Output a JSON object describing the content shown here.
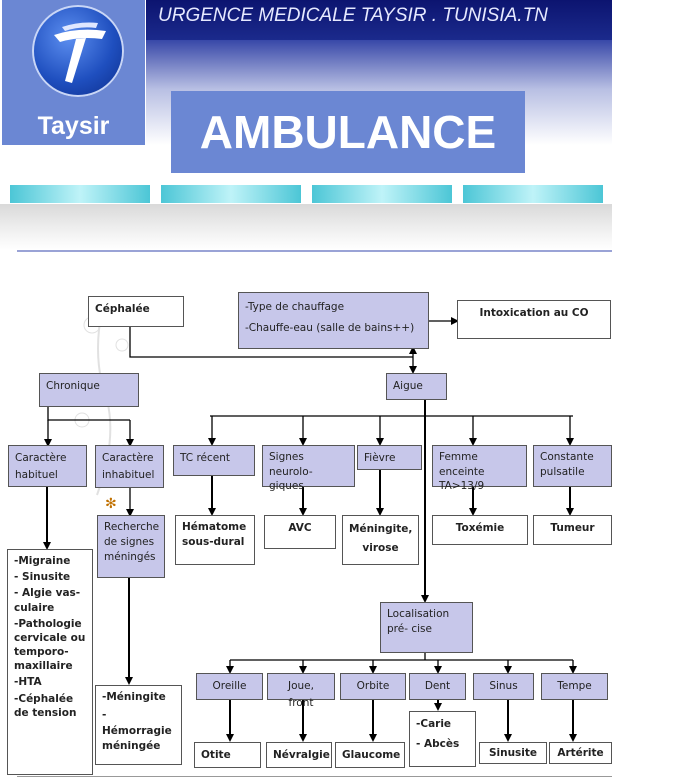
{
  "header": {
    "logo_text": "Taysir",
    "site_title": "URGENCE MEDICALE TAYSIR . TUNISIA.TN",
    "banner": "AMBULANCE"
  },
  "diagram": {
    "cephalee": "Céphalée",
    "chauffage": {
      "line1": "-Type de chauffage",
      "line2": "-Chauffe-eau (salle de bains++)"
    },
    "intoxication": "Intoxication au CO",
    "chronique": "Chronique",
    "aigue": "Aigue",
    "habituel": "Caractère habituel",
    "inhabituel": "Caractère inhabituel",
    "recherche": "Recherche de signes méningés",
    "chronic_causes": [
      "-Migraine",
      "- Sinusite",
      "- Algie vas- culaire",
      "-Pathologie cervicale ou temporo- maxillaire",
      "-HTA",
      "-Céphalée de tension"
    ],
    "meningite_list": [
      "-Méningite",
      "-Hémorragie méningée"
    ],
    "acute": {
      "tc": "TC récent",
      "signes": "Signes neurolo- giques",
      "fievre": "Fièvre",
      "femme": "Femme enceinte TA>13/9",
      "constante": "Constante pulsatile"
    },
    "acute_results": {
      "hematome": "Hématome sous-dural",
      "avc": "AVC",
      "meningite_virose": "Méningite, virose",
      "toxemie": "Toxémie",
      "tumeur": "Tumeur"
    },
    "localisation": "Localisation pré- cise",
    "locations": {
      "oreille": "Oreille",
      "joue": "Joue, front",
      "orbite": "Orbite",
      "dent": "Dent",
      "sinus": "Sinus",
      "tempe": "Tempe"
    },
    "location_results": {
      "otite": "Otite",
      "nevralgie": "Névralgie",
      "glaucome": "Glaucome",
      "dent": [
        "-Carie",
        "- Abcès"
      ],
      "sinusite": "Sinusite",
      "arterite": "Artérite"
    }
  },
  "colors": {
    "node_fill": "#c7c7ea",
    "banner_fill": "#6b87d3",
    "top_bar": "#0c1470",
    "nav_tab": "#4cc6d6"
  }
}
